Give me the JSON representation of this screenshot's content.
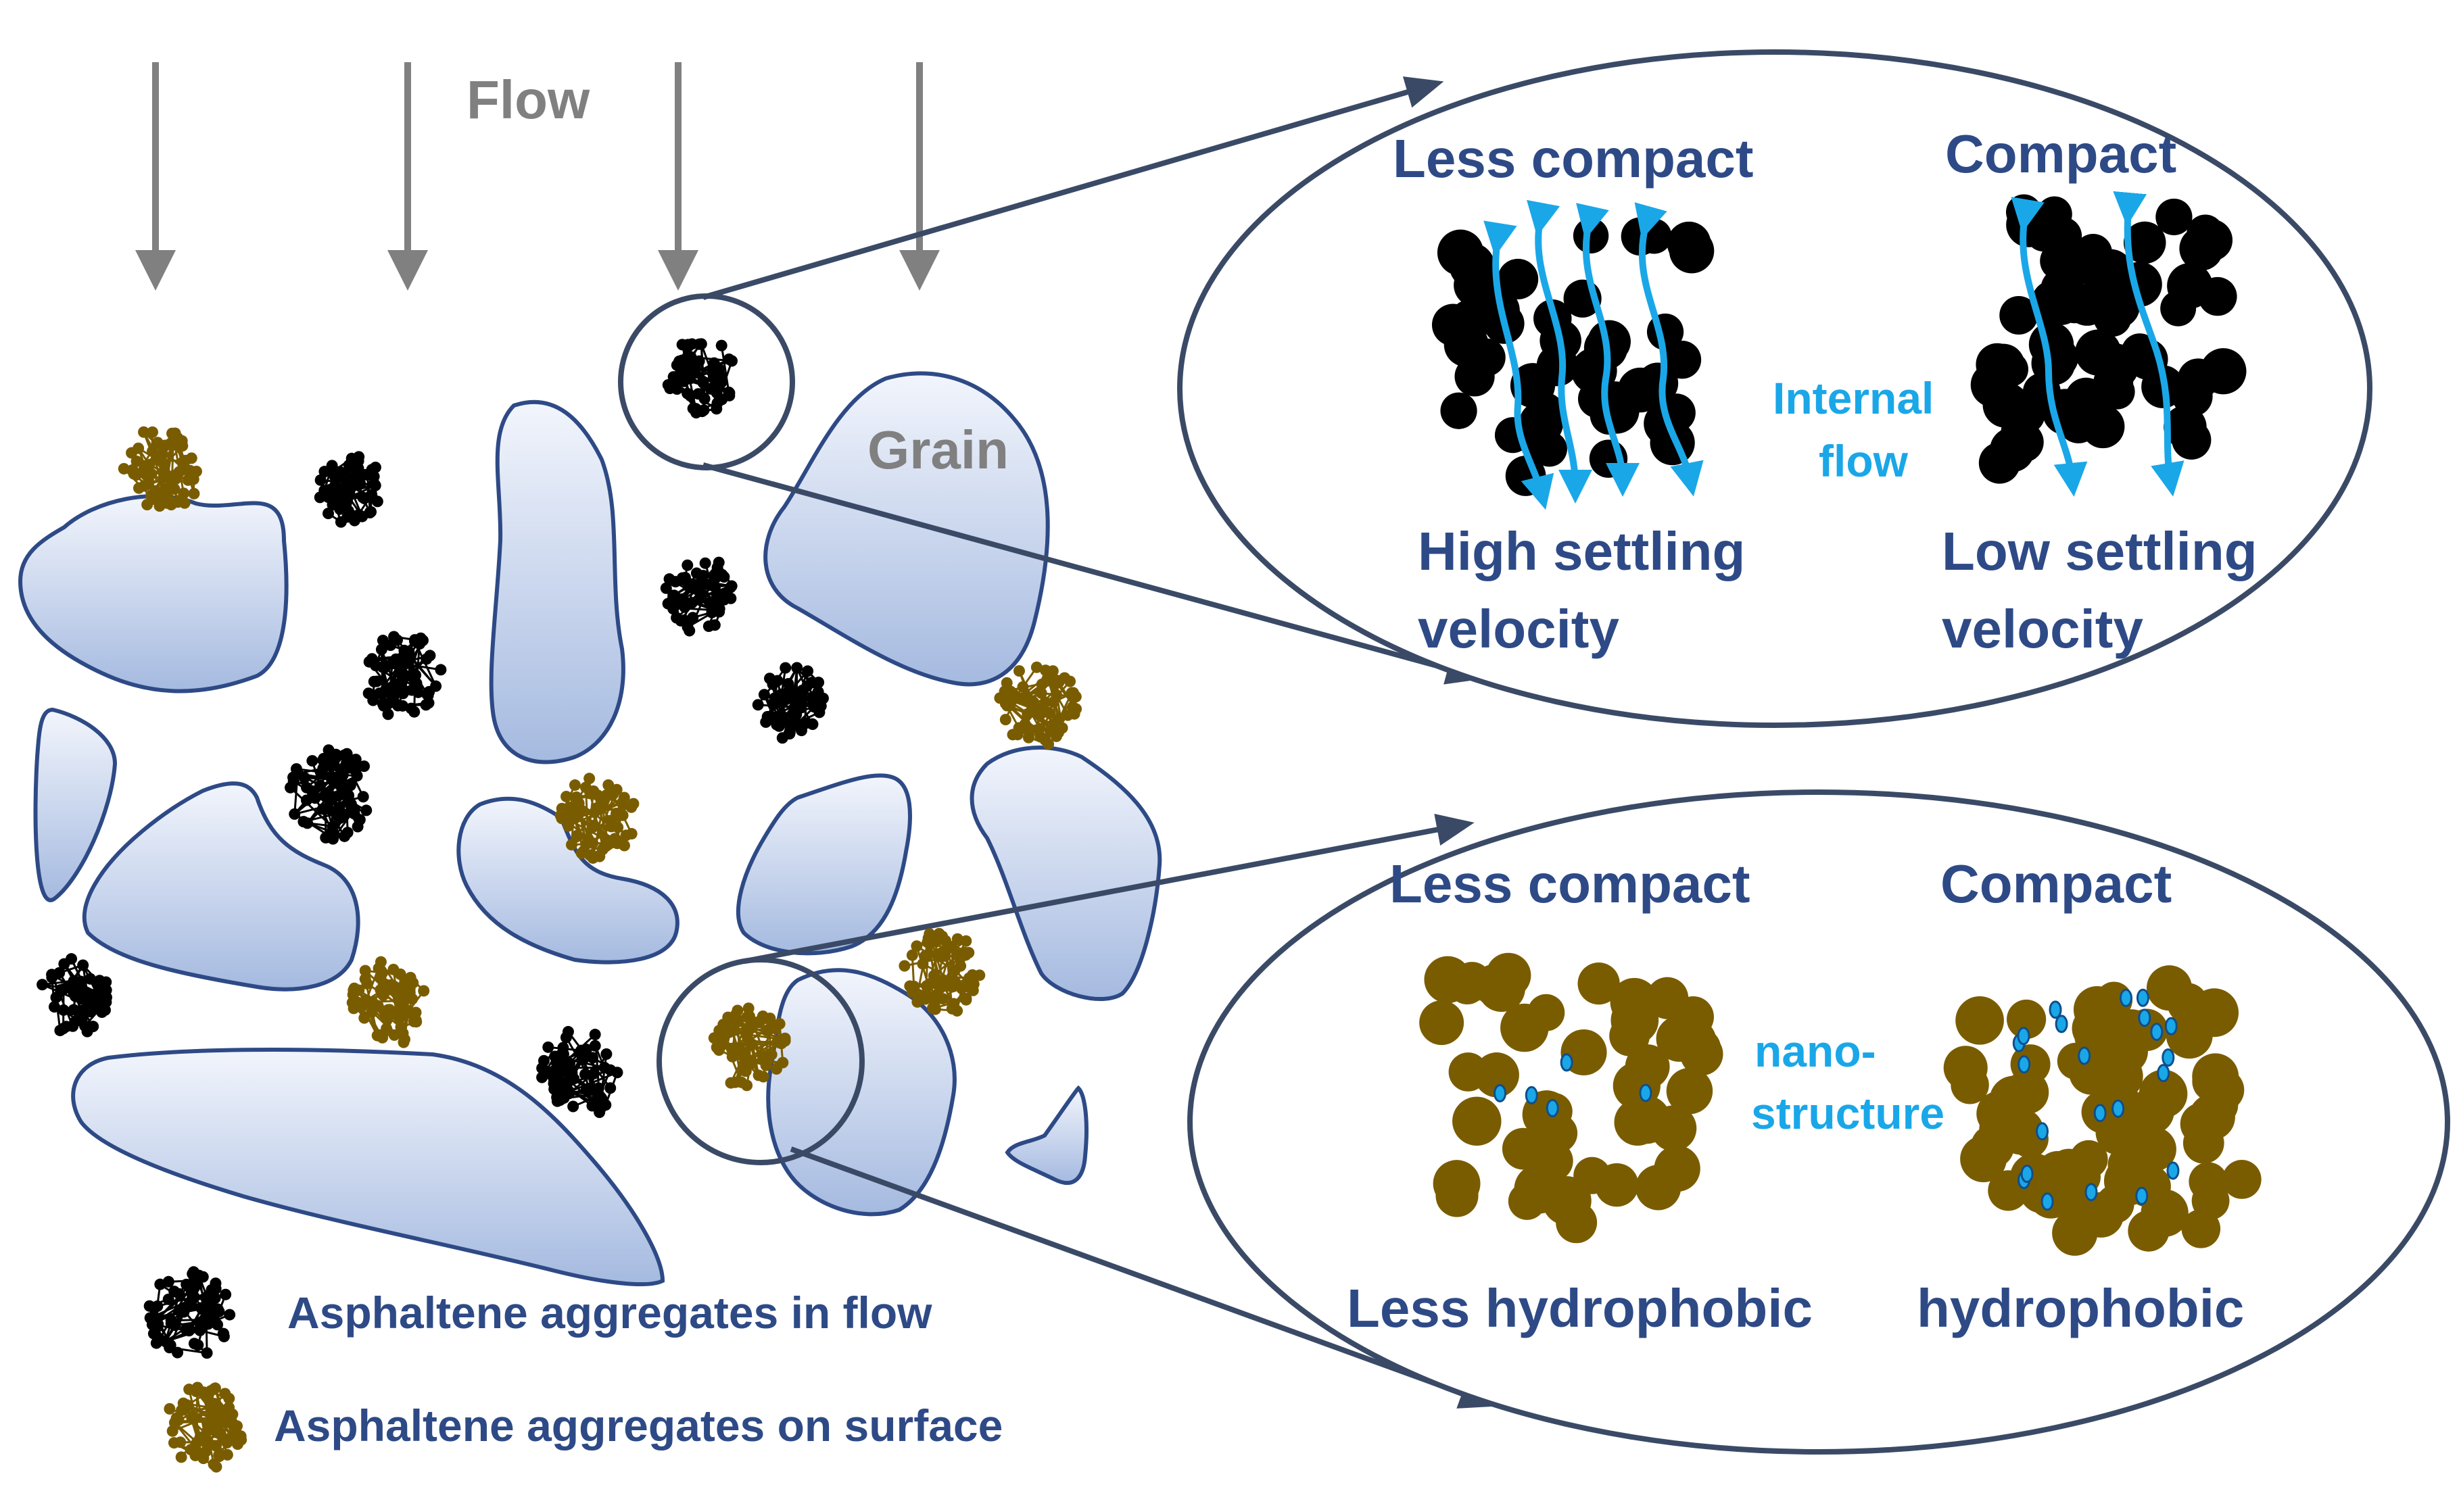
{
  "labels": {
    "flow": "Flow",
    "grain": "Grain",
    "top_left_title": "Less compact",
    "top_right_title": "Compact",
    "internal_flow_1": "Internal",
    "internal_flow_2": "flow",
    "top_left_bottom_1": "High settling",
    "top_left_bottom_2": "velocity",
    "top_right_bottom_1": "Low settling",
    "top_right_bottom_2": "velocity",
    "bottom_left_title": "Less compact",
    "bottom_right_title": "Compact",
    "nano_1": "nano-",
    "nano_2": "structure",
    "bottom_left_bottom": "Less hydrophobic",
    "bottom_right_bottom": "hydrophobic"
  },
  "legend": {
    "flow_aggregates": "Asphaltene aggregates in flow",
    "surface_aggregates": "Asphaltene aggregates on surface"
  },
  "colors": {
    "navy": "#2E4A86",
    "outline": "#3A4A66",
    "gray_arrow": "#808080",
    "cyan": "#1AA7E8",
    "black_particle": "#000000",
    "brown_particle": "#7A5C00",
    "grain_fill_light": "#EEF2FB",
    "grain_fill_dark": "#A9BDE2",
    "grain_stroke": "#2E4A86"
  }
}
